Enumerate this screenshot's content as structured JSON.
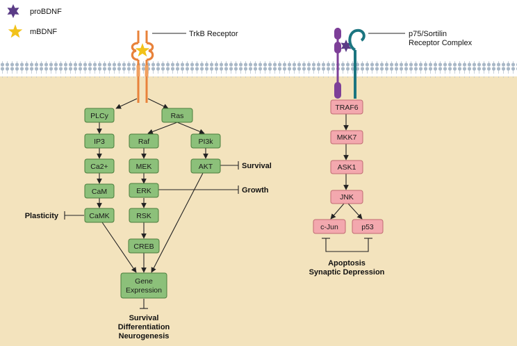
{
  "legend": {
    "probdnf": "proBDNF",
    "mbdnf": "mBDNF"
  },
  "receptors": {
    "trkb": "TrkB Receptor",
    "p75_line1": "p75/Sortilin",
    "p75_line2": "Receptor Complex"
  },
  "trkb_nodes": {
    "plcy": "PLCy",
    "ip3": "IP3",
    "ca2": "Ca2+",
    "cam": "CaM",
    "camk": "CaMK",
    "ras": "Ras",
    "raf": "Raf",
    "mek": "MEK",
    "erk": "ERK",
    "rsk": "RSK",
    "creb": "CREB",
    "pi3k": "PI3k",
    "akt": "AKT",
    "gene_line1": "Gene",
    "gene_line2": "Expression"
  },
  "p75_nodes": {
    "traf6": "TRAF6",
    "mkk7": "MKK7",
    "ask1": "ASK1",
    "jnk": "JNK",
    "cjun": "c-Jun",
    "p53": "p53"
  },
  "outcomes": {
    "plasticity": "Plasticity",
    "survival": "Survival",
    "growth": "Growth",
    "gene_outcome_1": "Survival",
    "gene_outcome_2": "Differentiation",
    "gene_outcome_3": "Neurogenesis",
    "apoptosis": "Apoptosis",
    "synaptic_depression": "Synaptic Depression"
  },
  "colors": {
    "cytoplasm": "#f3e3bd",
    "membrane_bead": "#a9b8c7",
    "green_fill": "#8cc07a",
    "green_stroke": "#4a7d3c",
    "pink_fill": "#f3a8ae",
    "pink_stroke": "#c06a72",
    "trkb_orange": "#e8823a",
    "mbdnf_star": "#f2c21a",
    "probdnf_star": "#5a3b86",
    "p75_purple": "#7d3f98",
    "sortilin_teal": "#1b7580"
  }
}
